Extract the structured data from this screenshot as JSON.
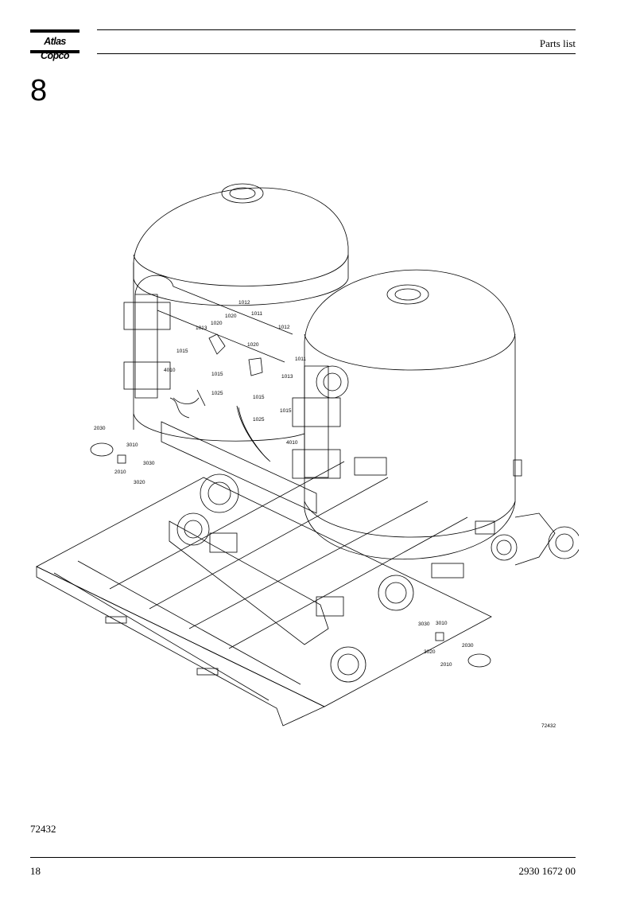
{
  "header": {
    "brand": "Atlas Copco",
    "title": "Parts list"
  },
  "section": {
    "number": "8"
  },
  "drawing": {
    "drawing_number": "72432",
    "callouts": {
      "c1012a": "1012",
      "c1020a": "1020",
      "c1011a": "1011",
      "c1013a": "1013",
      "c1012b": "1012",
      "c1020b": "1020",
      "c1011b": "1011",
      "c1013b": "1013",
      "c1015a": "1015",
      "c4010a": "4010",
      "c1015b": "1015",
      "c1025a": "1025",
      "c1015c": "1015",
      "c1025b": "1025",
      "c1015d": "1015",
      "c4010b": "4010",
      "c2030a": "2030",
      "c3010a": "3010",
      "c2010a": "2010",
      "c3030a": "3030",
      "c3020a": "3020",
      "c3030b": "3030",
      "c3010b": "3010",
      "c3020b": "3020",
      "c2030b": "2030",
      "c2010b": "2010"
    }
  },
  "caption": "72432",
  "footer": {
    "page_number": "18",
    "document_number": "2930 1672 00"
  }
}
